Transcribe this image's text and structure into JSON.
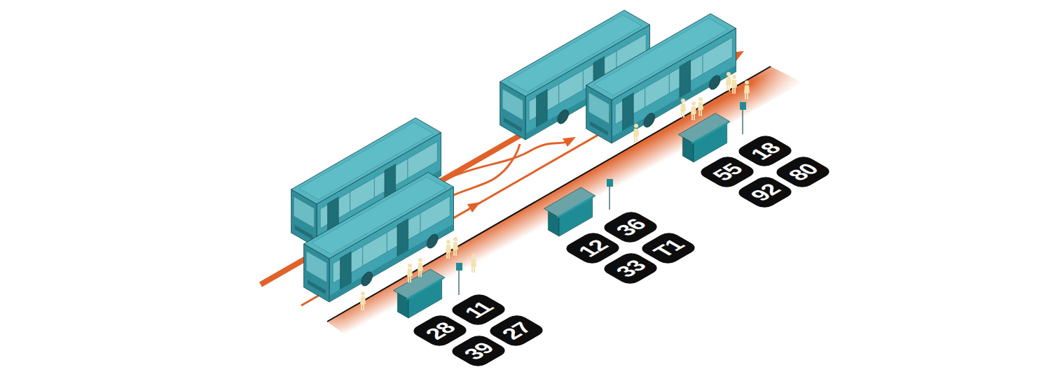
{
  "diagram": {
    "nodes": [
      {
        "text": [
          "11"
        ]
      },
      {
        "text": [
          "28"
        ]
      },
      {
        "text": [
          "27"
        ]
      },
      {
        "text": [
          "39"
        ]
      },
      {
        "text": [
          "36"
        ]
      },
      {
        "text": [
          "12"
        ]
      },
      {
        "text": [
          "T1"
        ]
      },
      {
        "text": [
          "33"
        ]
      },
      {
        "text": [
          "18"
        ]
      },
      {
        "text": [
          "55"
        ]
      },
      {
        "text": [
          "80"
        ]
      },
      {
        "text": [
          "92"
        ]
      }
    ]
  }
}
